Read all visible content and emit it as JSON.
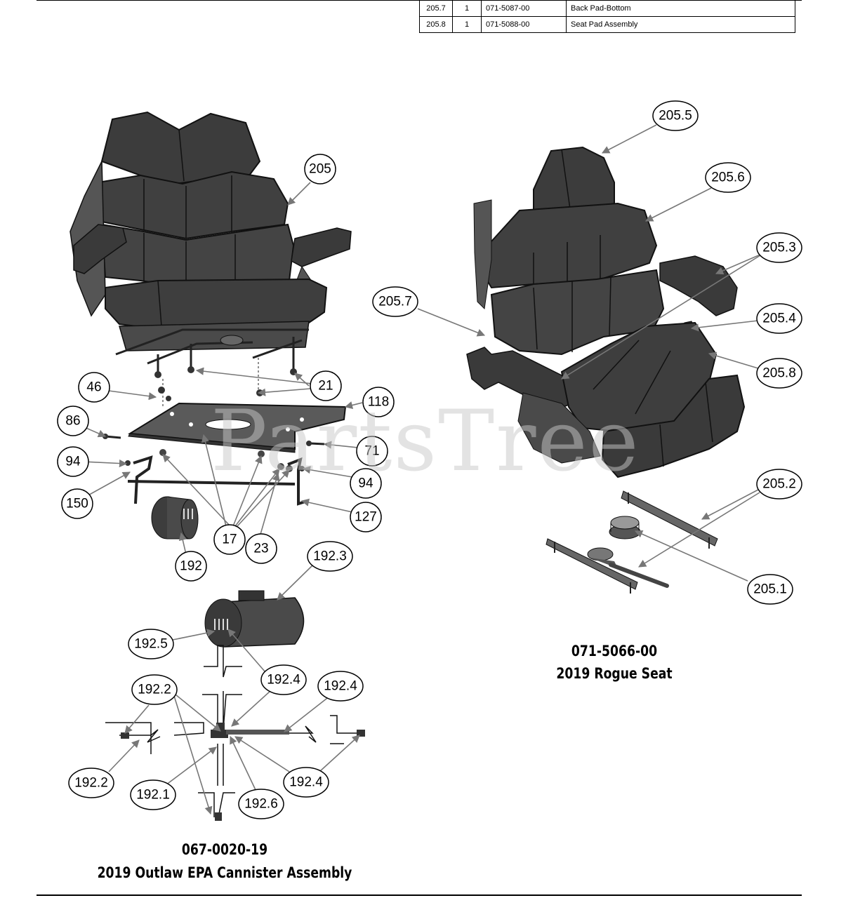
{
  "parts_table": {
    "rows": [
      {
        "ref": "205.7",
        "qty": "1",
        "part_no": "071-5087-00",
        "description": "Back Pad-Bottom"
      },
      {
        "ref": "205.8",
        "qty": "1",
        "part_no": "071-5088-00",
        "description": "Seat Pad Assembly"
      }
    ]
  },
  "watermark": "PartsTree",
  "callouts": [
    "205",
    "21",
    "46",
    "118",
    "86",
    "71",
    "94",
    "94",
    "150",
    "127",
    "17",
    "23",
    "192",
    "192.3",
    "192.5",
    "192.4",
    "192.2",
    "192.4",
    "192.2",
    "192.1",
    "192.6",
    "192.4",
    "205.5",
    "205.6",
    "205.3",
    "205.7",
    "205.4",
    "205.8",
    "205.2",
    "205.1"
  ],
  "captions": {
    "rogue_part_no": "071-5066-00",
    "rogue_title": "2019 Rogue Seat",
    "canister_part_no": "067-0020-19",
    "canister_title": "2019 Outlaw EPA Cannister Assembly"
  }
}
